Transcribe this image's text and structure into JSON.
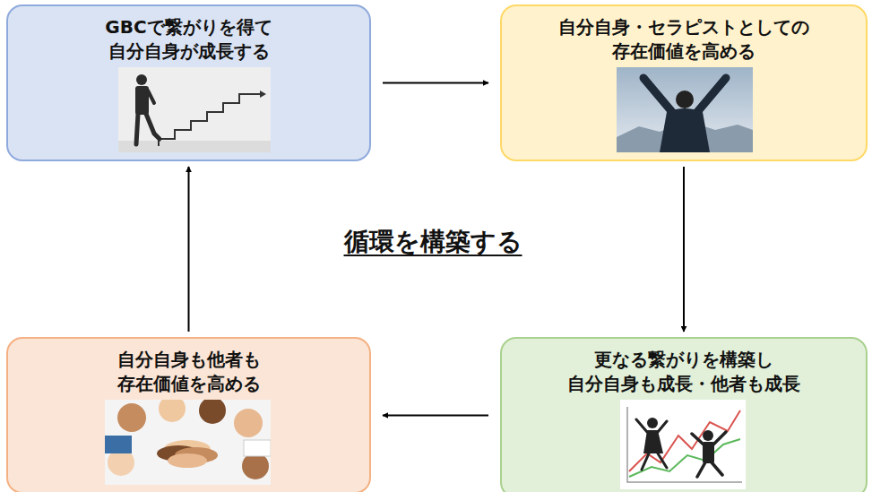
{
  "diagram": {
    "nodes": [
      {
        "text": [
          "GBCで繋がりを得て 自分自身が成長する"
        ]
      },
      {
        "text": [
          "自分自身・セラピストとしての 存在価値を高める"
        ]
      },
      {
        "text": [
          "自分自身も他者も 存在価値を高める"
        ]
      },
      {
        "text": [
          "更なる繋がりを構築し 自分自身も成長・他者も成長"
        ]
      }
    ],
    "edges": [
      {
        "from": 0,
        "to": 1,
        "arrow": "to"
      },
      {
        "from": 1,
        "to": 3,
        "arrow": "to"
      },
      {
        "from": 3,
        "to": 2,
        "arrow": "to"
      },
      {
        "from": 2,
        "to": 0,
        "arrow": "to"
      }
    ],
    "labels": [
      "循環を構築する"
    ]
  }
}
